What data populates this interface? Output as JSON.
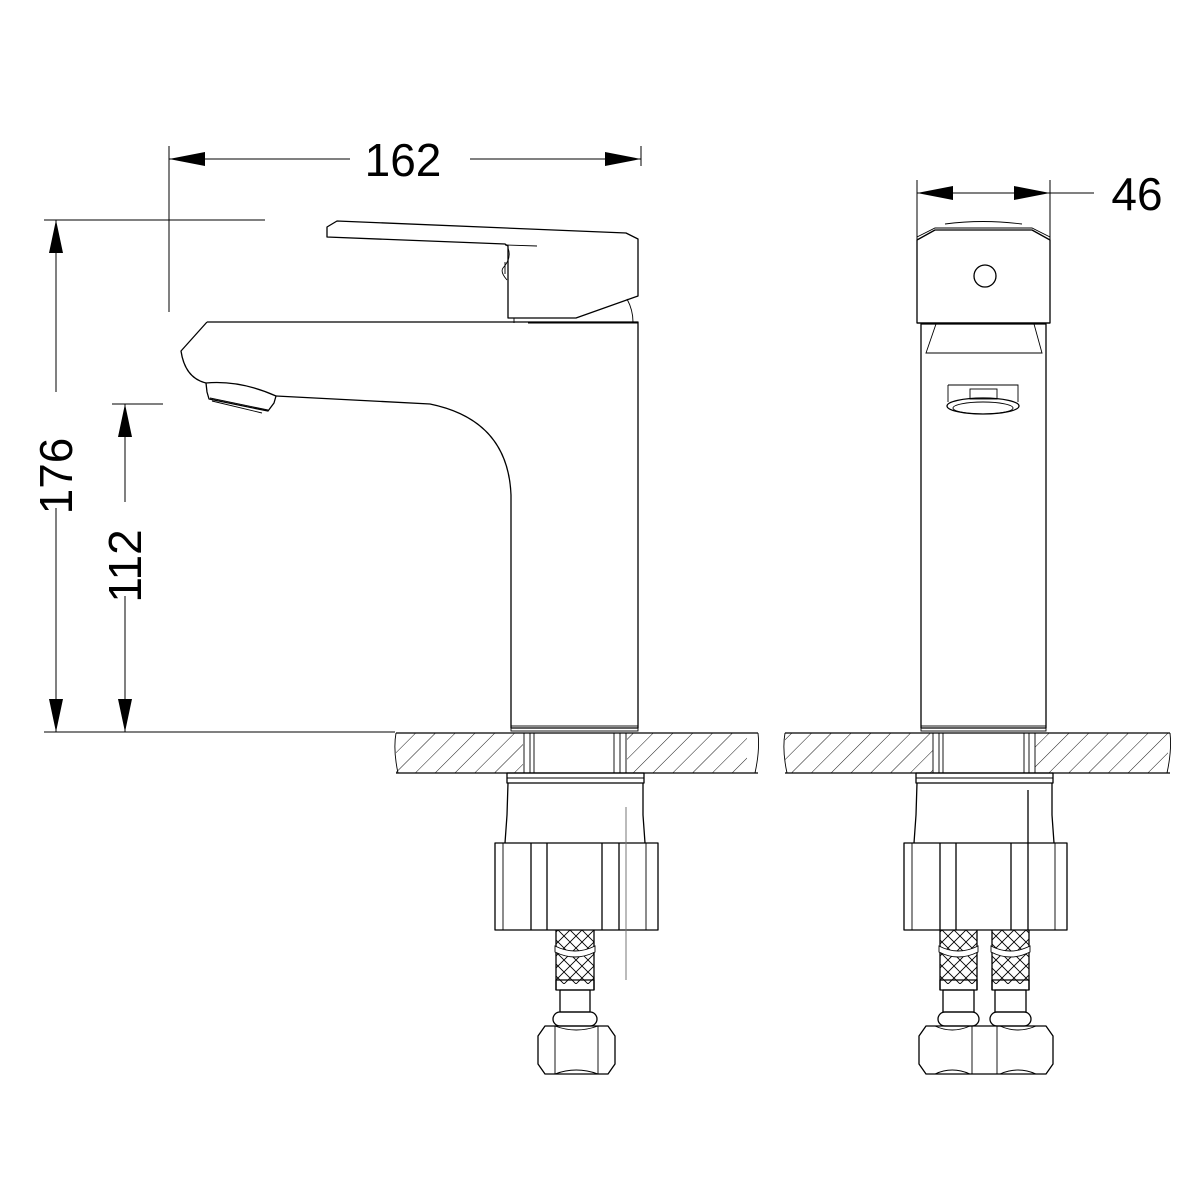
{
  "drawing": {
    "subject": "Basin faucet technical drawing",
    "views": [
      "side-view",
      "front-view"
    ],
    "line_color": "#000000",
    "background": "#ffffff"
  },
  "dimensions": {
    "overall_length": {
      "value": "162",
      "unit": "mm"
    },
    "overall_height": {
      "value": "176",
      "unit": "mm"
    },
    "spout_height": {
      "value": "112",
      "unit": "mm"
    },
    "body_width": {
      "value": "46",
      "unit": "mm"
    }
  }
}
